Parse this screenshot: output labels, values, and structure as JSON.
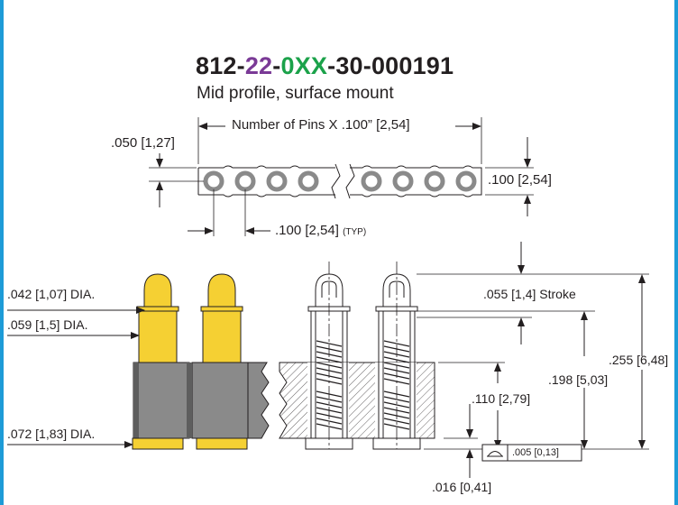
{
  "part_number": {
    "p1": "812-",
    "p2": "22",
    "p3": "-",
    "p4": "0XX",
    "p5": "-30-000191"
  },
  "colors": {
    "text": "#231f20",
    "purple": "#7a3a96",
    "green": "#1ba24a",
    "gold": "#f5d033",
    "gold_dark": "#c9a11b",
    "gray": "#8a8a8a",
    "accent_edge": "#1d9bd7"
  },
  "subtitle": "Mid profile, surface mount",
  "dims": {
    "pitch_across": "Number of Pins X .100” [2,54]",
    "half_width": ".050 [1,27]",
    "height": ".100 [2,54]",
    "pitch_typ": ".100 [2,54]",
    "typ": "(TYP)",
    "tip_dia": ".042 [1,07] DIA.",
    "plunger_dia": ".059 [1,5] DIA.",
    "base_dia": ".072 [1,83] DIA.",
    "stroke": ".055 [1,4] Stroke",
    "h_total": ".255 [6,48]",
    "h_mid": ".198 [5,03]",
    "h_body": ".110 [2,79]",
    "flatness": ".005 [0,13]",
    "tail": ".016 [0,41]"
  }
}
